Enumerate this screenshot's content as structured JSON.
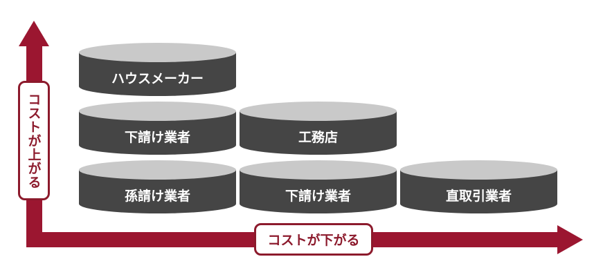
{
  "colors": {
    "accent": "#9b1630",
    "cylinder_top": "#c9c9c9",
    "cylinder_body": "#454545"
  },
  "axes": {
    "y_label": "コストが上がる",
    "x_label": "コストが下がる"
  },
  "columns": [
    {
      "items": [
        "ハウスメーカー",
        "下請け業者",
        "孫請け業者"
      ]
    },
    {
      "items": [
        "工務店",
        "下請け業者"
      ]
    },
    {
      "items": [
        "直取引業者"
      ]
    }
  ]
}
